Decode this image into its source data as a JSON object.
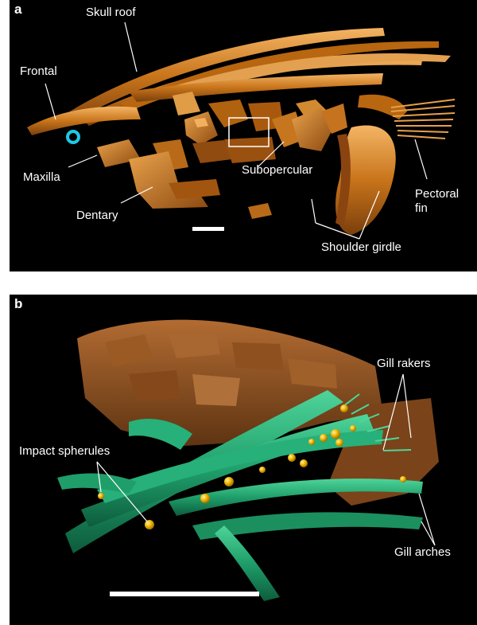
{
  "panel_a": {
    "letter": "a",
    "labels": {
      "skull_roof": "Skull roof",
      "frontal": "Frontal",
      "maxilla": "Maxilla",
      "dentary": "Dentary",
      "subopercular": "Subopercular",
      "pectoral_fin_line1": "Pectoral",
      "pectoral_fin_line2": "fin",
      "shoulder_girdle": "Shoulder girdle"
    },
    "colors": {
      "bone": "#c8741a",
      "bone_highlight": "#f2b36a",
      "marker": "#1fc8e6"
    }
  },
  "panel_b": {
    "letter": "b",
    "labels": {
      "gill_rakers": "Gill rakers",
      "impact_spherules": "Impact spherules",
      "gill_arches": "Gill arches"
    },
    "colors": {
      "bone": "#8a4e1e",
      "gill": "#1f9e6a",
      "gill_highlight": "#4fd49a",
      "spherule": "#f0b400"
    }
  }
}
